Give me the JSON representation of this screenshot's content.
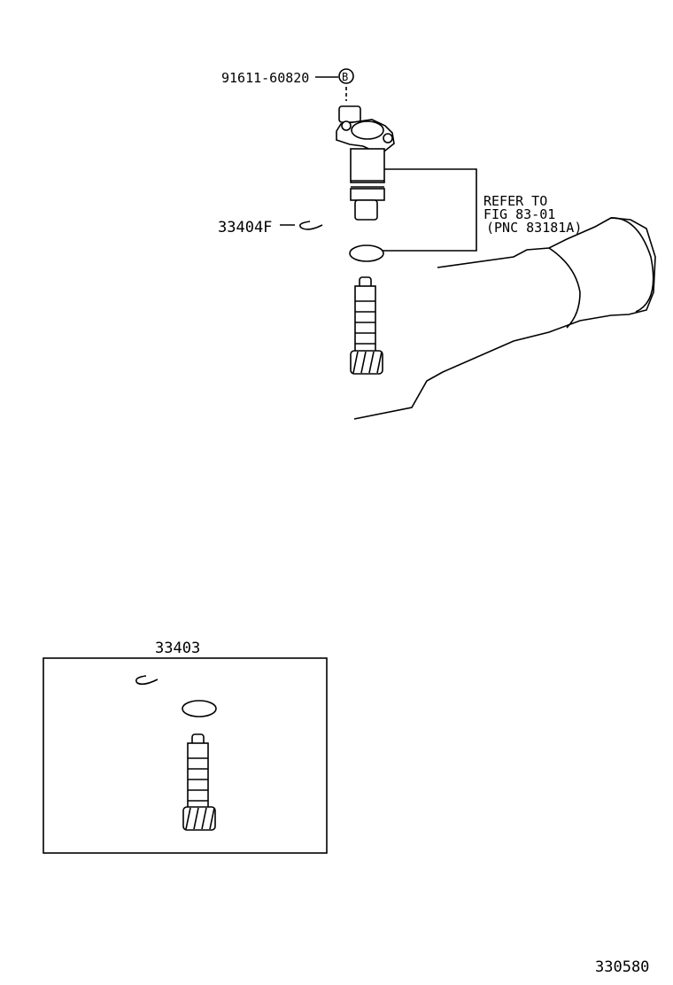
{
  "callouts": {
    "bolt_part_no": "91611-60820",
    "bolt_marker": "B",
    "clip_part_no": "33404F",
    "refer_line1": "REFER TO",
    "refer_line2": "FIG 83-01",
    "refer_line3": "(PNC 83181A)",
    "kit_part_no": "33403"
  },
  "figure_id": "330580"
}
